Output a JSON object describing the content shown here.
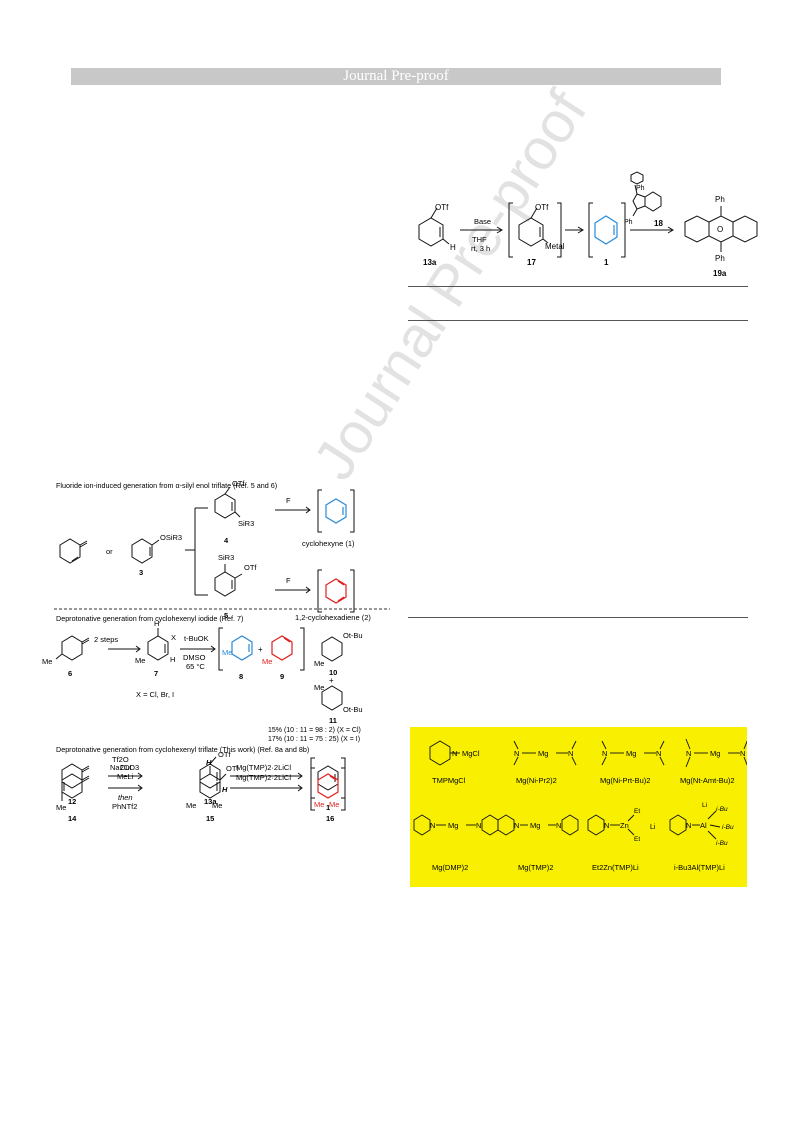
{
  "banner": "Journal Pre-proof",
  "watermark": "Journal Pre-proof",
  "top_scheme": {
    "start": {
      "label": "13a",
      "otf": "OTf",
      "h": "H"
    },
    "reagent": {
      "base": "Base",
      "solvent": "THF",
      "cond": "rt, 3 h"
    },
    "inter": {
      "label": "17",
      "otf": "OTf",
      "metal": "Metal"
    },
    "aryne": {
      "label": "1"
    },
    "trap": {
      "label": "18",
      "ph1": "Ph",
      "ph2": "Ph"
    },
    "product": {
      "label": "19a",
      "ph1": "Ph",
      "ph2": "Ph",
      "o": "O"
    }
  },
  "left_scheme": {
    "sec1": {
      "title": "Fluoride ion-induced generation from α-silyl enol triflate (Ref. 5 and 6)",
      "or": "or",
      "osir3": "OSiR3",
      "label3": "3",
      "otf": "OTf",
      "sir3": "SiR3",
      "label4": "4",
      "label5": "5",
      "f": "F",
      "cyclohexyne": "cyclohexyne (1)",
      "allene": "1,2-cyclohexadiene (2)"
    },
    "sec2": {
      "title": "Deprotonative generation from cyclohexenyl iodide (Ref. 7)",
      "steps": "2 steps",
      "base": "t-BuOK",
      "solvent": "DMSO",
      "temp": "65 °C",
      "me": "Me",
      "h": "H",
      "x": "X",
      "label6": "6",
      "label7": "7",
      "label8": "8",
      "label9": "9",
      "label10": "10",
      "label11": "11",
      "plus": "+",
      "otbu": "Ot-Bu",
      "xdef": "X = Cl, Br, I",
      "yield1": "15% (10 : 11 = 98 : 2) (X = Cl)",
      "yield2": "17% (10 : 11 = 75 : 25) (X = I)"
    },
    "sec3": {
      "title": "Deprotonative generation from cyclohexenyl triflate (This work) (Ref. 8a and 8b)",
      "r1": "Tf2O",
      "r2": "Na2CO3",
      "mg": "Mg(TMP)2·2LiCl",
      "cui": "CuI",
      "meli": "MeLi",
      "then": "then",
      "phntf2": "PhNTf2",
      "otf": "OTf",
      "h": "H",
      "me": "Me",
      "label12": "12",
      "label13a": "13a",
      "label1": "1",
      "label14": "14",
      "label15": "15",
      "label16": "16"
    }
  },
  "bases": [
    {
      "label": "TMPMgCl"
    },
    {
      "label": "Mg(Ni-Pr2)2"
    },
    {
      "label": "Mg(Ni-Prt-Bu)2"
    },
    {
      "label": "Mg(Nt-Amt-Bu)2"
    },
    {
      "label": "Mg(DMP)2"
    },
    {
      "label": "Mg(TMP)2"
    },
    {
      "label": "Et2Zn(TMP)Li"
    },
    {
      "label": "i-Bu3Al(TMP)Li"
    }
  ],
  "colors": {
    "blue": "#2a8ad8",
    "red": "#e02020",
    "panel": "#f8f000"
  }
}
